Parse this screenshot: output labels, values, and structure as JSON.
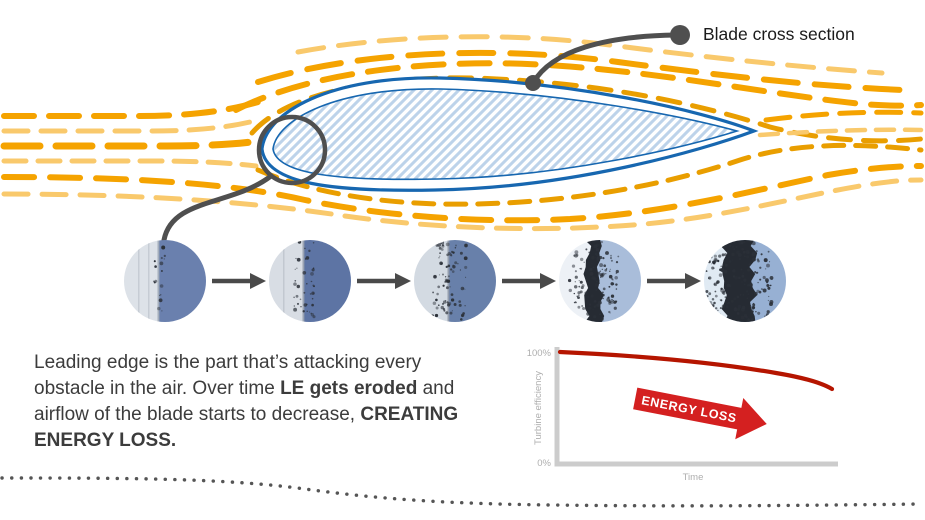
{
  "callout": {
    "label": "Blade cross section"
  },
  "description": {
    "segments": [
      "Leading edge is the part that’s attacking every obstacle in the air. Over time ",
      "LE gets eroded",
      " and airflow of the blade starts to decrease, ",
      "CREATING ENERGY LOSS."
    ]
  },
  "erosion": {
    "stages": [
      {
        "name": "clean-leading-edge",
        "severity": 0.05
      },
      {
        "name": "light-pitting",
        "severity": 0.2
      },
      {
        "name": "moderate-erosion",
        "severity": 0.45
      },
      {
        "name": "heavy-erosion",
        "severity": 0.7
      },
      {
        "name": "severe-erosion",
        "severity": 1.0
      }
    ]
  },
  "chart": {
    "y_top": "100%",
    "y_bottom": "0%",
    "y_label": "Turbine efficiency",
    "x_label": "Time",
    "annotation": "ENERGY LOSS"
  },
  "chart_data": {
    "type": "line",
    "title": "",
    "xlabel": "Time",
    "ylabel": "Turbine efficiency",
    "ylim": [
      0,
      100
    ],
    "x": [
      0,
      1,
      2,
      3,
      4,
      5,
      6,
      7,
      8,
      9,
      10
    ],
    "values": [
      100,
      99,
      97,
      95,
      92,
      89,
      85,
      81,
      76,
      71,
      66
    ],
    "legend": [],
    "grid": false,
    "series_color": "#b51700",
    "annotation": "ENERGY LOSS"
  },
  "colors": {
    "streamline_orange": "#F5A300",
    "streamline_light": "#F9C96C",
    "airfoil_outline": "#1767b0",
    "hatch_blue": "#bdd3ea",
    "annotation_gray": "#4f4f4f",
    "energy_loss_red": "#d42020",
    "efficiency_curve_red": "#b51500"
  }
}
